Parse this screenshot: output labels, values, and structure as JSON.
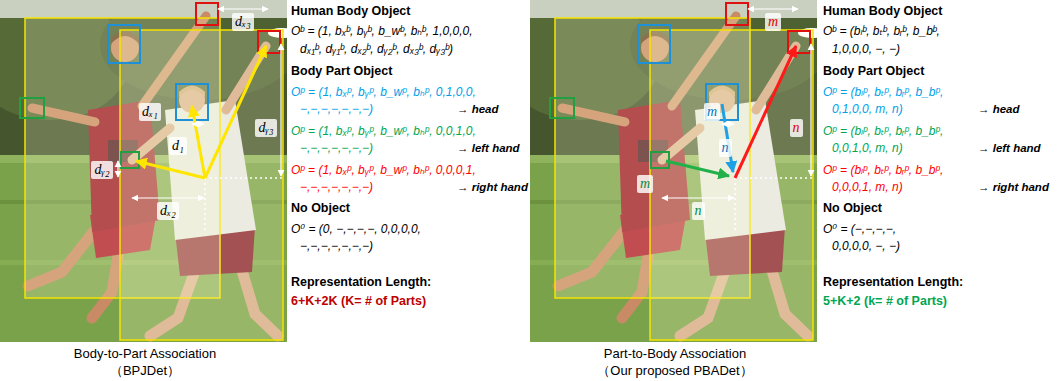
{
  "diagram": {
    "labels": [
      "dₓ₃",
      "dₓ₁",
      "d₁",
      "dᵧ₃",
      "dᵧ₂",
      "dₓ₂",
      "Human Body Object",
      "Oᵇ = (1, bₓᵇ, bᵧᵇ, b_wᵇ, bₕᵇ, 1,0,0,0,",
      "dₓ₁ᵇ, dᵧ₁ᵇ, dₓ₂ᵇ, dᵧ₂ᵇ, dₓ₃ᵇ, dᵧ₃ᵇ)",
      "Body Part Object",
      "Oᵖ = (1, bₓᵖ, bᵧᵖ, b_wᵖ, bₕᵖ, 0,1,0,0,",
      "−,−,−,−,−,−,−)",
      "→ head",
      "Oᵖ = (1, bₓᵖ, bᵧᵖ, b_wᵖ, bₕᵖ, 0,0,1,0,",
      "−,−,−,−,−,−,−)",
      "→ left hand",
      "Oᵖ = (1, bₓᵖ, bᵧᵖ, b_wᵖ, bₕᵖ, 0,0,0,1,",
      "−,−,−,−,−,−,−)",
      "→ right hand",
      "No Object",
      "O⁰ = (0, −,−,−,−, 0,0,0,0,",
      "−,−,−,−,−,−,−)",
      "Representation Length:",
      "6+K+2K (K= # of Parts)",
      "Body-to-Part Association",
      "（BPJDet）",
      "m",
      "m",
      "n",
      "n",
      "m",
      "n",
      "Human Body Object",
      "Oᵇ = (bₗᵇ, bₜᵇ, bᵣᵇ, b_bᵇ,",
      "1,0,0,0, −, −)",
      "Body Part Object",
      "Oᵖ = (bₗᵖ, bₜᵖ, bᵣᵖ, b_bᵖ,",
      "0,1,0,0, m, n)",
      "→ head",
      "Oᵖ = (bₗᵖ, bₜᵖ, bᵣᵖ, b_bᵖ,",
      "0,0,1,0, m, n)",
      "→ left hand",
      "Oᵖ = (bₗᵖ, bₜᵖ, bᵣᵖ, b_bᵖ,",
      "0,0,0,1, m, n)",
      "→ right hand",
      "No Object",
      "O⁰ = (−,−,−,−,",
      "0,0,0,0, −, −)",
      "Representation Length:",
      "5+K+2 (k= # of Parts)",
      "Part-to-Body Association",
      "（Our proposed PBADet）"
    ]
  }
}
